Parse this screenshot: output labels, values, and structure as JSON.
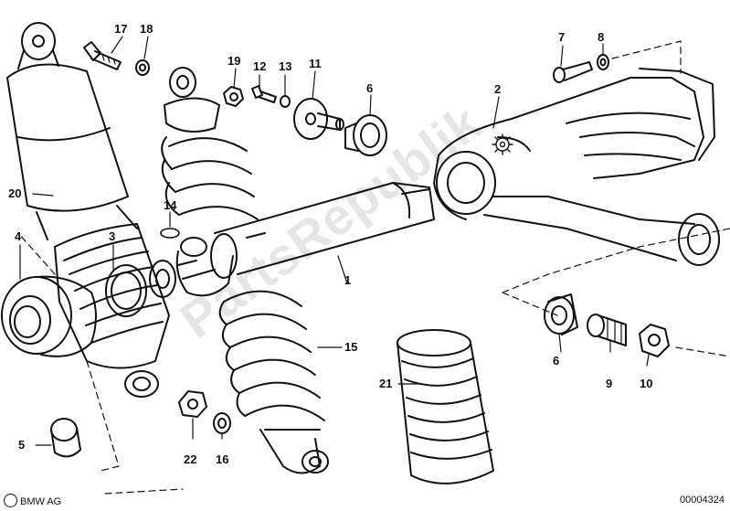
{
  "callouts": {
    "c1": "1",
    "c2": "2",
    "c3": "3",
    "c4": "4",
    "c5": "5",
    "c6a": "6",
    "c6b": "6",
    "c7": "7",
    "c8": "8",
    "c9": "9",
    "c10": "10",
    "c11": "11",
    "c12": "12",
    "c13": "13",
    "c14": "14",
    "c15": "15",
    "c16": "16",
    "c17": "17",
    "c18": "18",
    "c19": "19",
    "c20": "20",
    "c21": "21",
    "c22": "22"
  },
  "footer": {
    "brand": "BMW AG",
    "diagram_number": "00004324"
  },
  "watermark": "PartsRepublik",
  "colors": {
    "ink": "#111111",
    "paper": "#ffffff"
  },
  "icons": {
    "gear": "gear-icon",
    "logo": "bmw-logo-icon"
  }
}
